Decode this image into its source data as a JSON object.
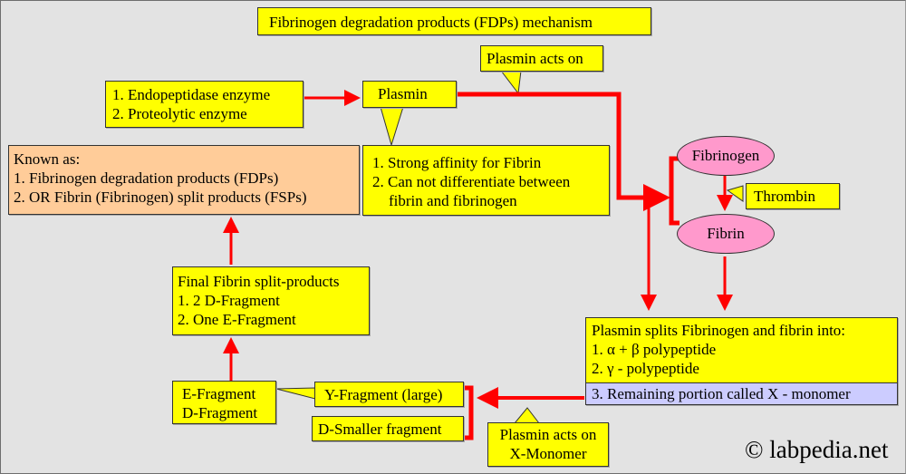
{
  "title": "Fibrinogen degradation products (FDPs) mechanism",
  "nodes": {
    "enzyme": [
      "1. Endopeptidase enzyme",
      "2. Proteolytic enzyme"
    ],
    "plasmin": "Plasmin",
    "plasmin_acts_on": "Plasmin acts on",
    "plasmin_props": [
      "1. Strong affinity for Fibrin",
      "2. Can not differentiate between",
      "fibrin and fibrinogen"
    ],
    "known_as": [
      "Known as:",
      "1. Fibrinogen degradation products (FDPs)",
      "2. OR Fibrin (Fibrinogen) split products (FSPs)"
    ],
    "fibrinogen": "Fibrinogen",
    "thrombin": "Thrombin",
    "fibrin": "Fibrin",
    "plasmin_splits": [
      "Plasmin splits Fibrinogen and fibrin into:",
      "1. α + β polypeptide",
      "2. γ - polypeptide"
    ],
    "x_monomer": "3. Remaining portion called X - monomer",
    "final_products": [
      "Final Fibrin split-products",
      "1. 2 D-Fragment",
      "2. One E-Fragment"
    ],
    "ed_fragment": [
      "E-Fragment",
      "D-Fragment"
    ],
    "y_fragment": "Y-Fragment (large)",
    "d_smaller": "D-Smaller fragment",
    "plasmin_acts_x": [
      "Plasmin acts on",
      "X-Monomer"
    ]
  },
  "watermark": "© labpedia.net",
  "colors": {
    "background": "#e3e3e3",
    "callout_yellow": "#ffff00",
    "known_as_peach": "#ffcc99",
    "x_monomer_lavender": "#ccccff",
    "ellipse_pink": "#ff99cc",
    "arrow_red": "#ff0000"
  }
}
